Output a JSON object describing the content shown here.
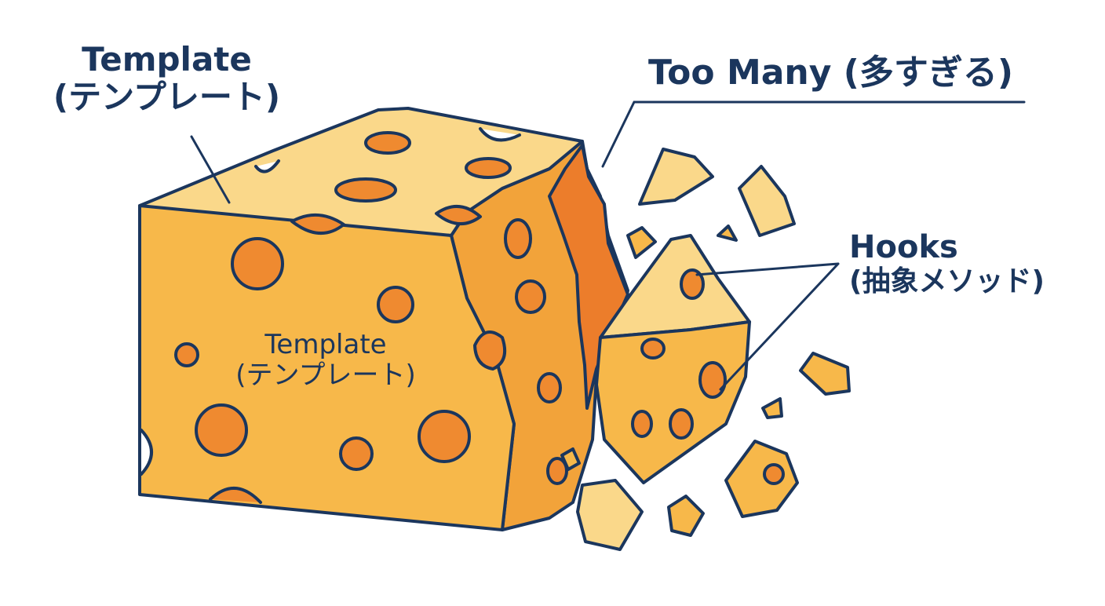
{
  "colors": {
    "outline": "#1b365d",
    "cheese_top": "#fad88a",
    "cheese_front": "#f7b84a",
    "cheese_side": "#f2a33a",
    "hole": "#ef8a30",
    "broken_inner": "#ec7d2b"
  },
  "labels": {
    "template_top": {
      "line1": "Template",
      "line2": "(テンプレート)"
    },
    "template_front": {
      "line1": "Template",
      "line2": "(テンプレート)"
    },
    "too_many": "Too Many (多すぎる)",
    "hooks": {
      "line1": "Hooks",
      "line2": "(抽象メソッド)"
    }
  }
}
